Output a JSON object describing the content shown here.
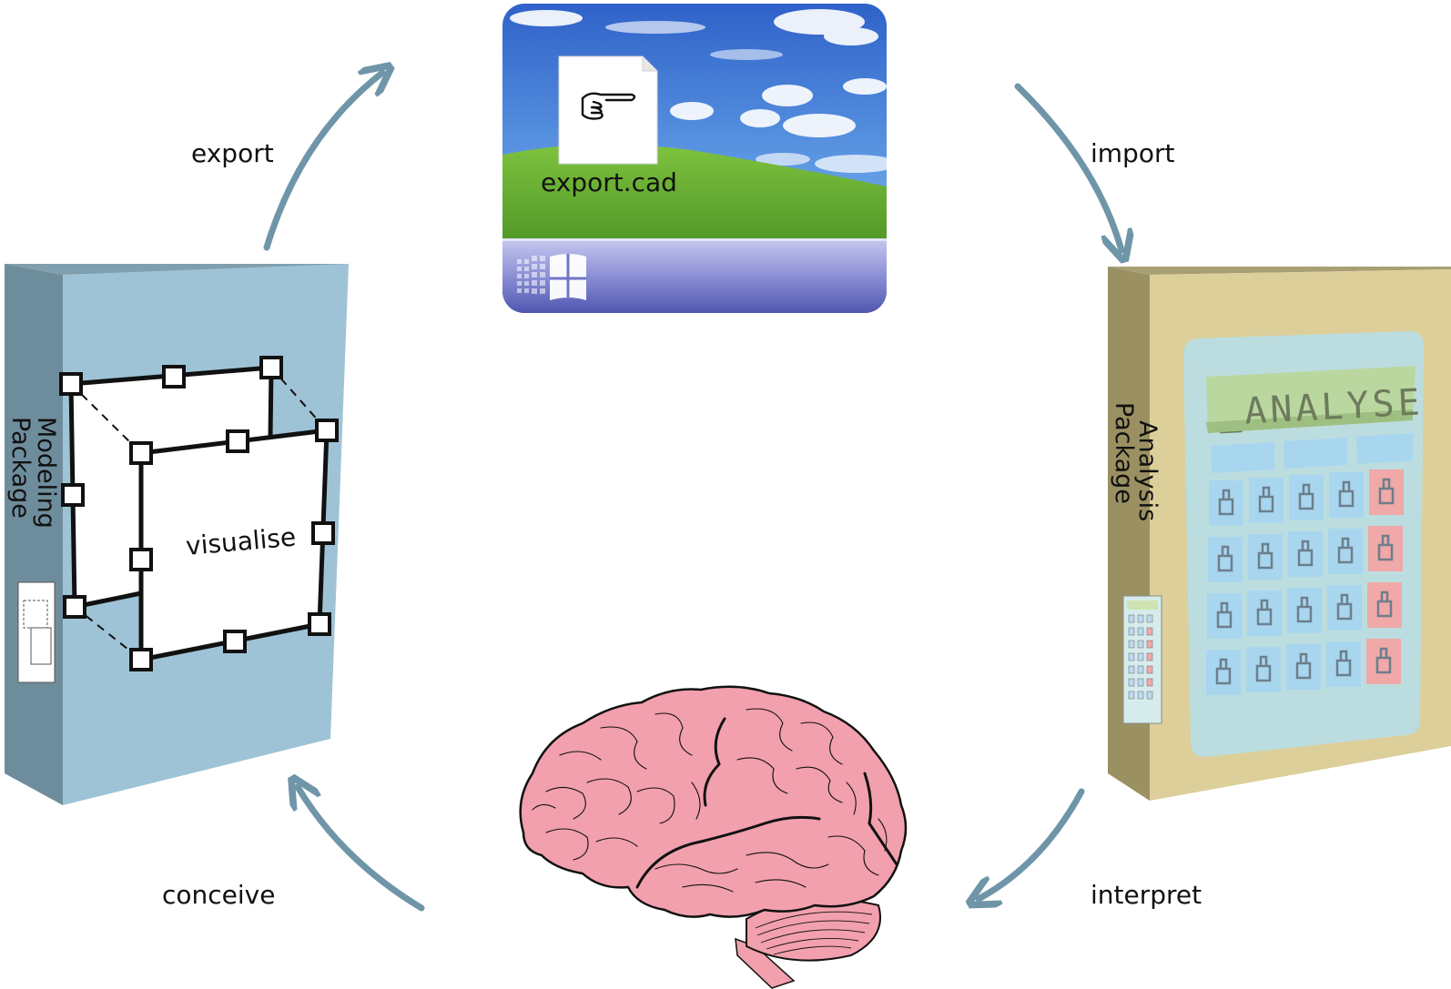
{
  "cycle": {
    "export_label": "export",
    "import_label": "import",
    "interpret_label": "interpret",
    "conceive_label": "conceive",
    "arrow_color": "#6f95a8"
  },
  "modeling_box": {
    "title_line1": "Modeling",
    "title_line2": "Package",
    "visualise_label": "visualise",
    "face_color": "#9fc3d6",
    "side_color": "#6e8d9c"
  },
  "desktop": {
    "file_label": "export.cad",
    "file_icon": "pointing-hand-icon",
    "start_icon": "windows-logo-icon"
  },
  "analysis_box": {
    "title_line1": "Analysis",
    "title_line2": "Package",
    "display_text": "_ANALYSE",
    "face_color": "#dccf9a",
    "side_color": "#9a9062"
  },
  "brain": {
    "icon": "brain-icon",
    "color": "#f2a0ad"
  }
}
